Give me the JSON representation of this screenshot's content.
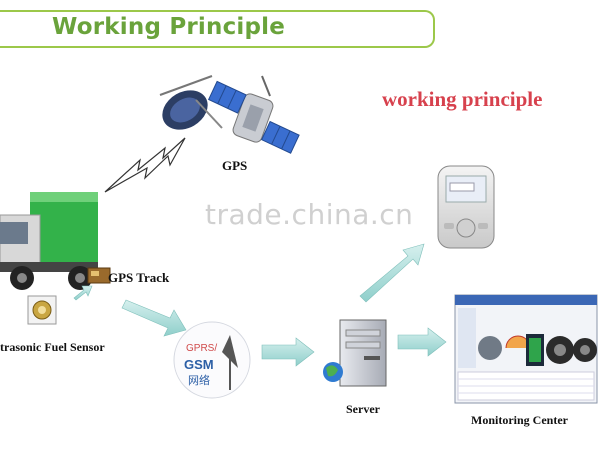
{
  "header": {
    "title": "Working Principle"
  },
  "diagram": {
    "subtitle": "working principle",
    "watermark": "trade.china.cn",
    "nodes": {
      "gps": "GPS",
      "gps_track": "GPS Track",
      "fuel_sensor": "trasonic Fuel Sensor",
      "gprs_line1": "GPRS/",
      "gprs_line2": "GSM",
      "gprs_line3": "网络",
      "server": "Server",
      "monitoring": "Monitoring Center"
    }
  },
  "colors": {
    "header_text": "#6aa33b",
    "header_border": "#9cc84a",
    "subtitle": "#d7414d",
    "arrow": "#9dd7d4"
  }
}
